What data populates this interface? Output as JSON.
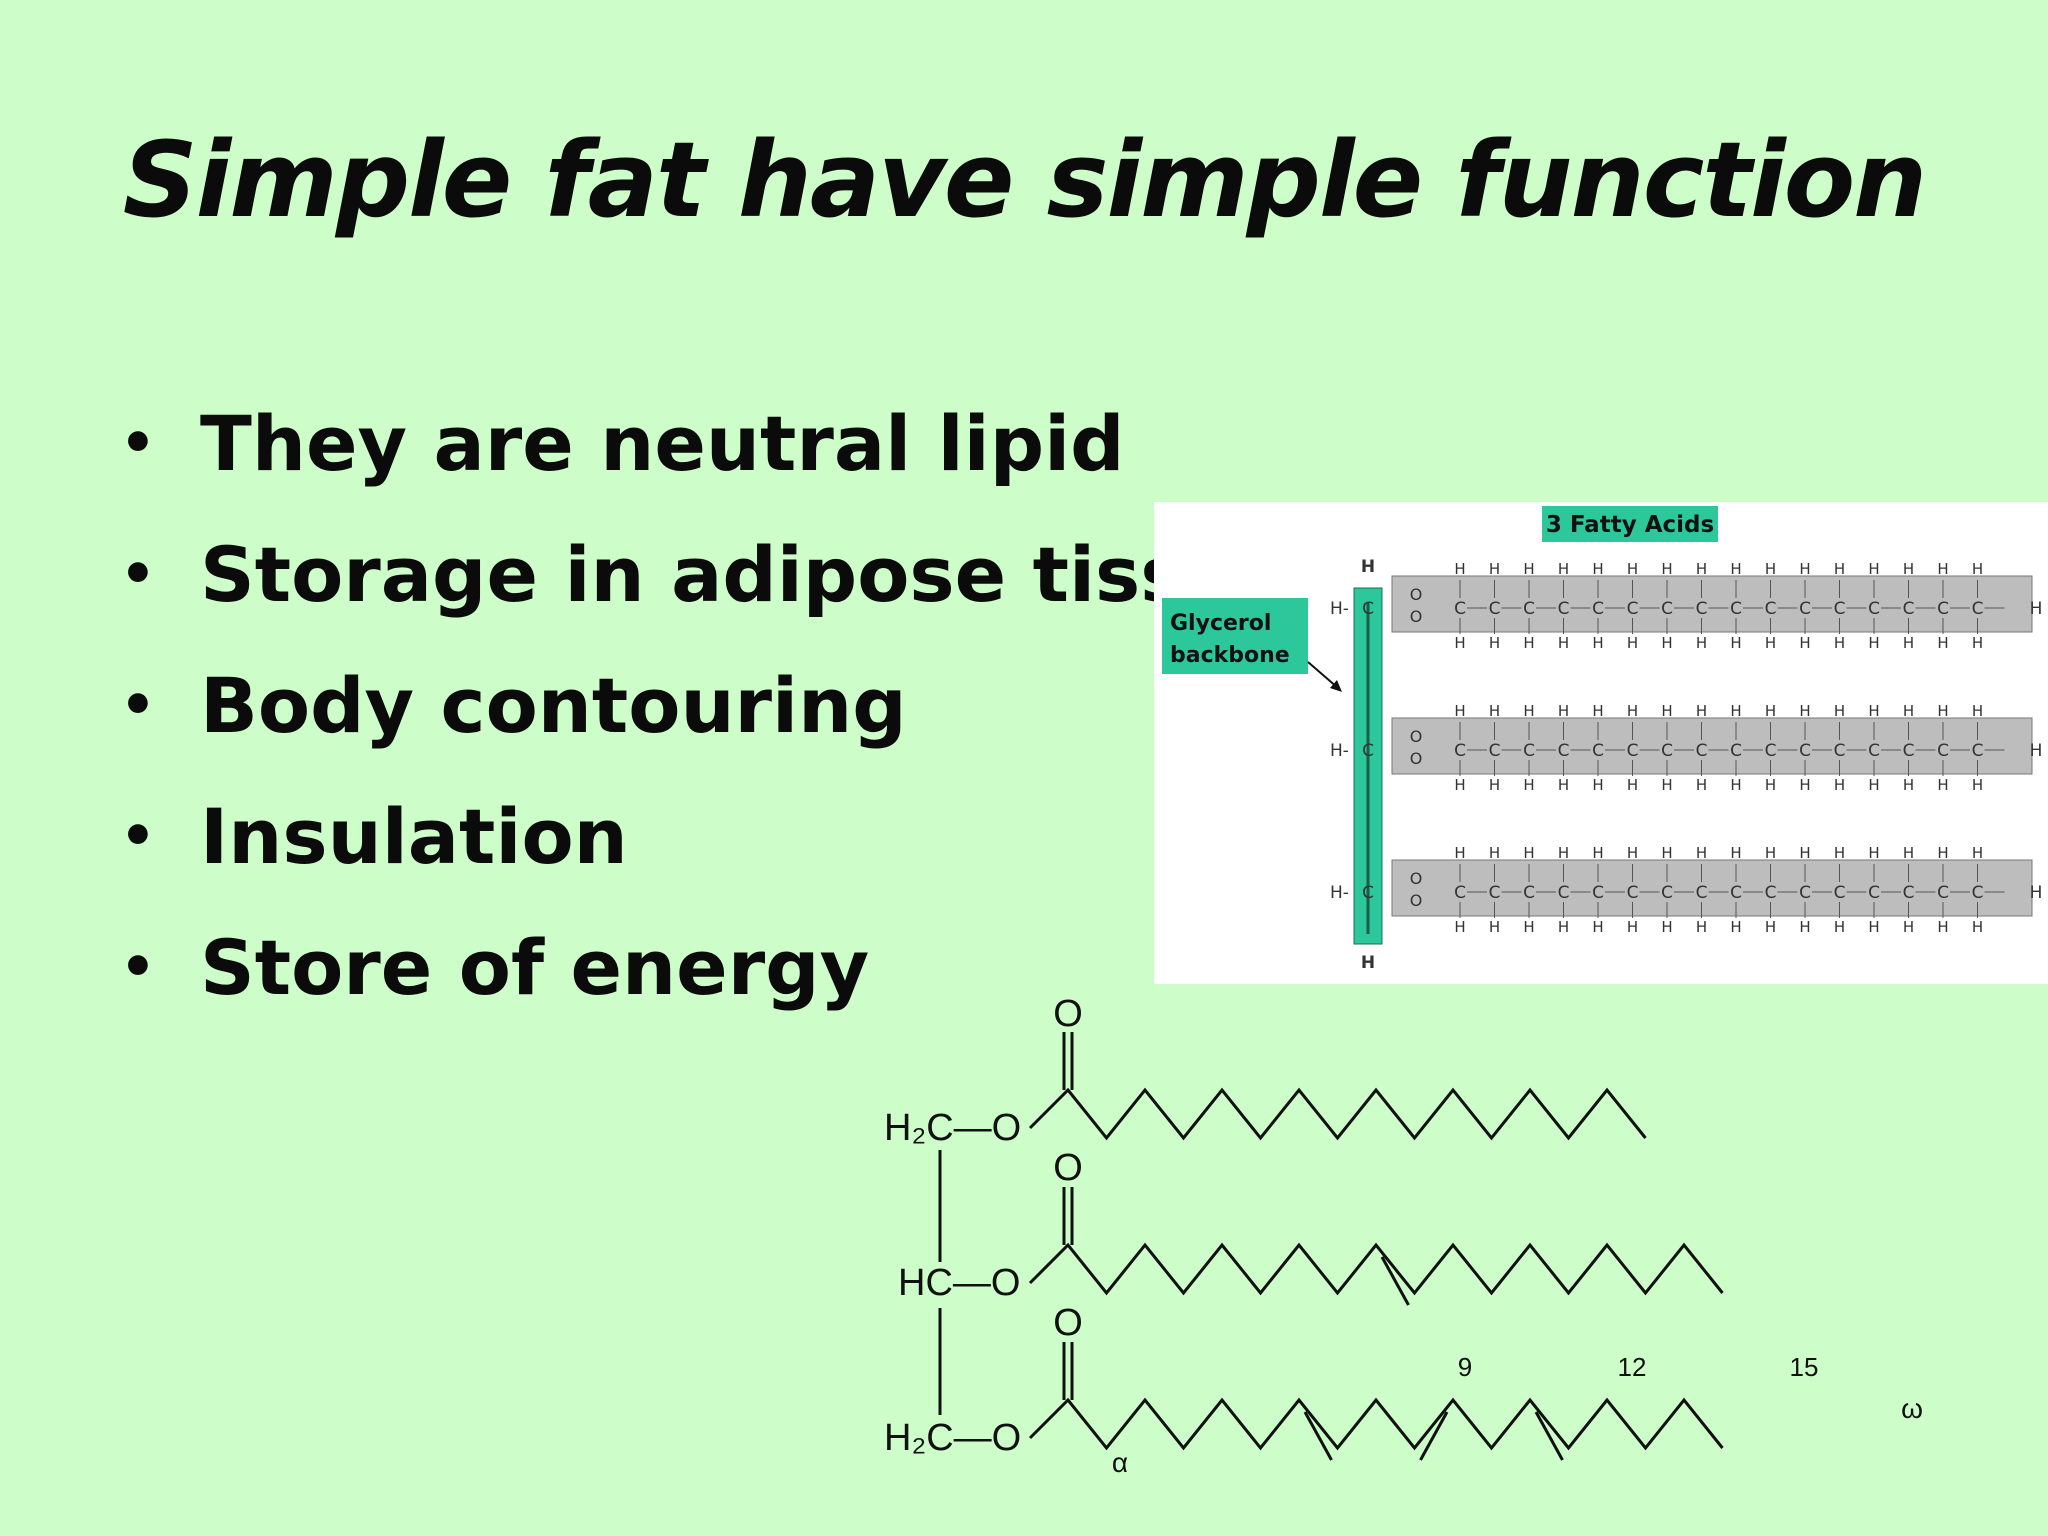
{
  "slide": {
    "title": "Simple fat have simple function",
    "bullet_char": "•",
    "bullets": [
      "They are neutral lipid",
      "Storage in adipose tissues",
      "Body contouring",
      "Insulation",
      "Store of energy"
    ]
  },
  "figure_triglyceride": {
    "fatty_acids_label": "3 Fatty Acids",
    "glycerol_label_line1": "Glycerol",
    "glycerol_label_line2": "backbone",
    "accent_color": "#2cc79a",
    "chain_color": "#bdbdbd",
    "atom_h": "H",
    "atom_c": "C",
    "atom_o": "O",
    "atom_hc": "H-"
  },
  "figure_skeletal": {
    "row1_group": "H₂C—O",
    "row2_group": "HC—O",
    "row3_group": "H₂C—O",
    "carbonyl_o": "O",
    "position_9": "9",
    "position_12": "12",
    "position_15": "15",
    "alpha": "α",
    "omega": "ω"
  }
}
